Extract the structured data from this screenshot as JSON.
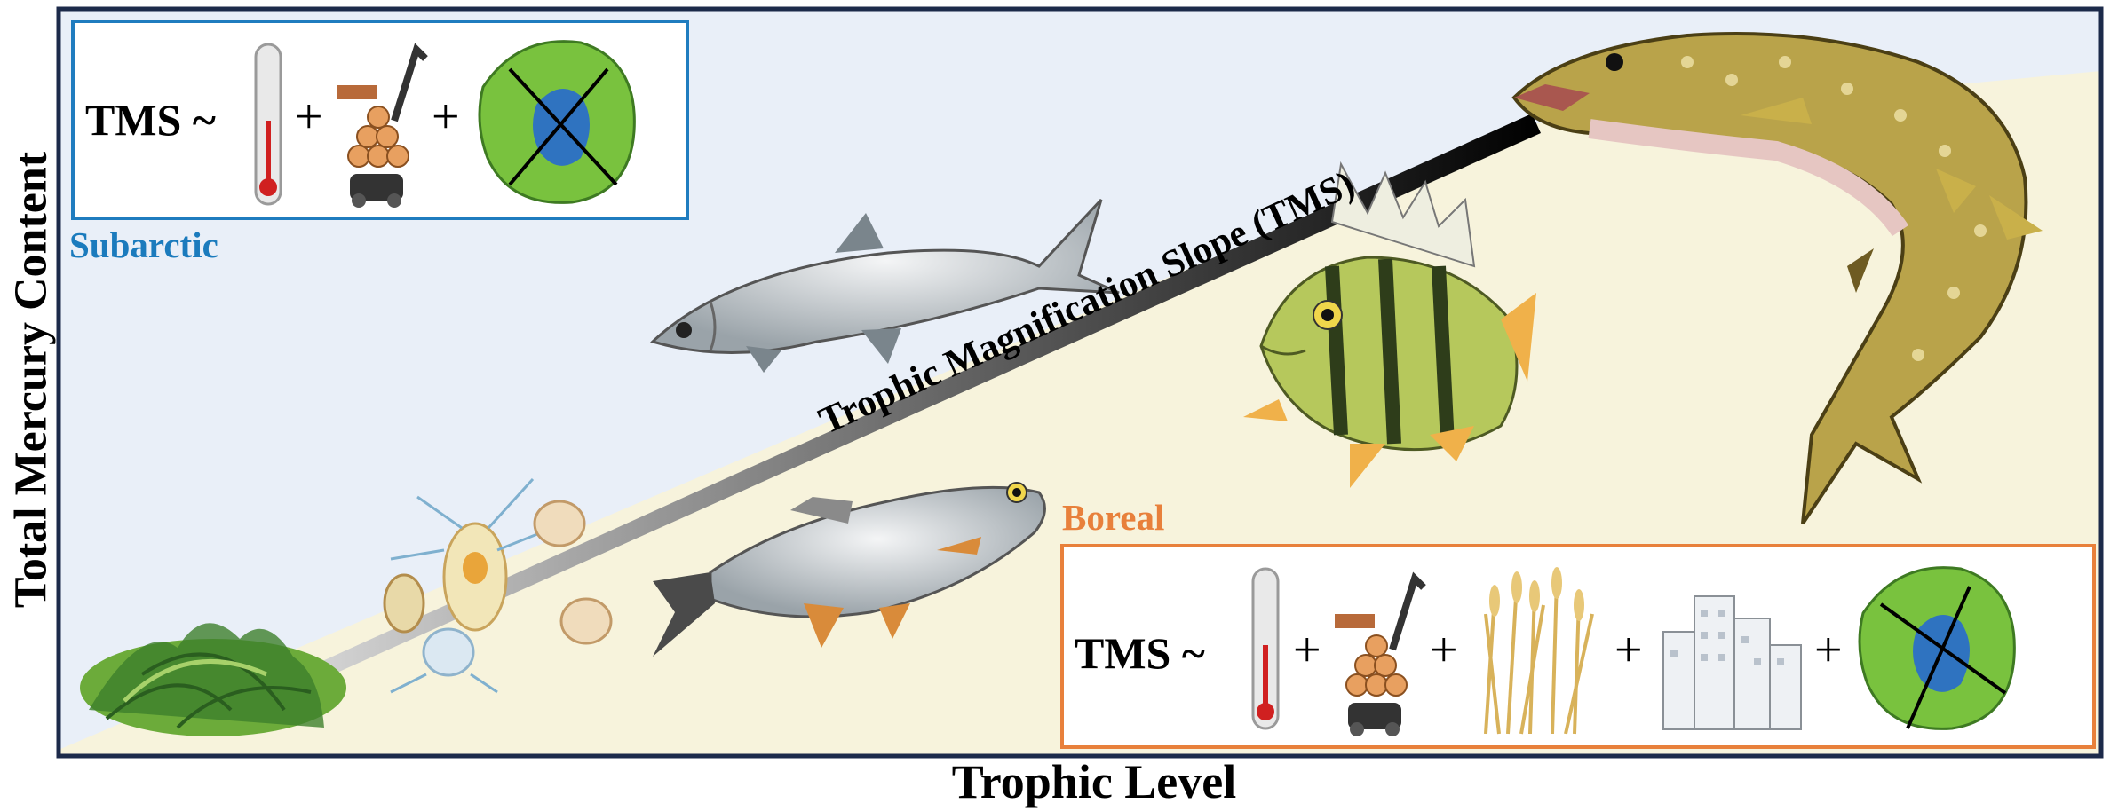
{
  "axes": {
    "y_label": "Total Mercury Content",
    "x_label": "Trophic Level"
  },
  "slope_label": "Trophic Magnification Slope (TMS)",
  "subarctic": {
    "label": "Subarctic",
    "formula_lhs": "TMS ~",
    "operators": [
      "+",
      "+"
    ],
    "icons": [
      "thermometer-icon",
      "forestry-harvester-icon",
      "lake-map-icon"
    ]
  },
  "boreal": {
    "label": "Boreal",
    "formula_lhs": "TMS ~",
    "operators": [
      "+",
      "+",
      "+",
      "+"
    ],
    "icons": [
      "thermometer-icon",
      "forestry-harvester-icon",
      "wheat-field-icon",
      "city-buildings-icon",
      "lake-map-icon"
    ]
  },
  "organisms": [
    "algae",
    "zooplankton",
    "whitefish",
    "roach",
    "perch",
    "pike"
  ],
  "colors": {
    "frame": "#1c2a4a",
    "subarctic_bg": "#e9eff8",
    "boreal_bg": "#f7f3dc",
    "subarctic_accent": "#1f7cbf",
    "boreal_accent": "#e8803b"
  }
}
